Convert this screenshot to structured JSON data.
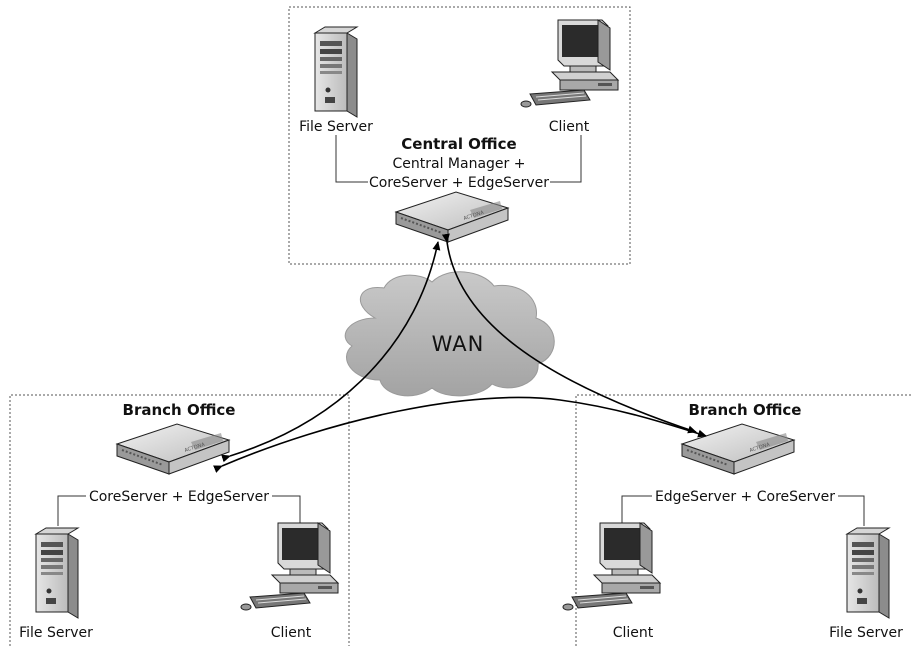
{
  "central_office": {
    "title": "Central Office",
    "role_line1": "Central Manager +",
    "role_line2": "CoreServer + EdgeServer",
    "file_server_label": "File Server",
    "client_label": "Client"
  },
  "wan": {
    "label": "WAN"
  },
  "branch_left": {
    "title": "Branch Office",
    "role": "CoreServer + EdgeServer",
    "file_server_label": "File Server",
    "client_label": "Client"
  },
  "branch_right": {
    "title": "Branch Office",
    "role": "EdgeServer + CoreServer",
    "file_server_label": "File Server",
    "client_label": "Client"
  },
  "icons": {
    "file_server": "file-server-icon",
    "client": "desktop-client-icon",
    "appliance": "network-appliance-icon",
    "cloud": "wan-cloud-icon"
  }
}
